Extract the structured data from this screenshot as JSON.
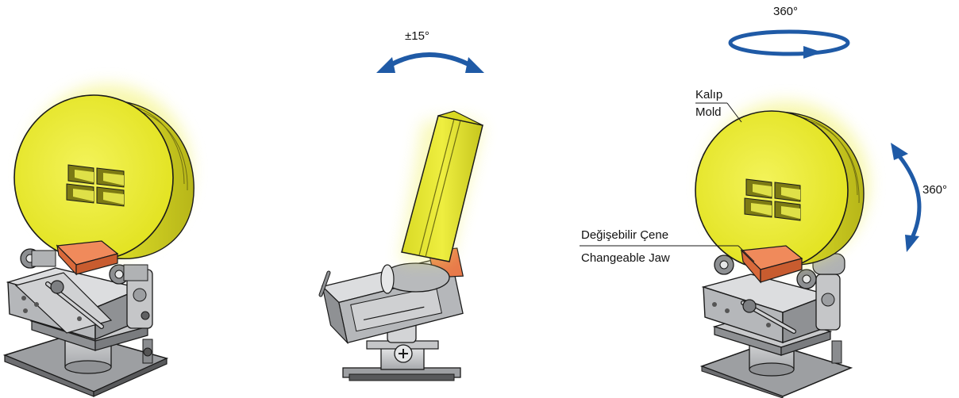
{
  "annotations": {
    "tilt": "±15°",
    "rotate_top": "360°",
    "rotate_side": "360°",
    "mold_tr": "Kalıp",
    "mold_en": "Mold",
    "jaw_tr": "Değişebilir Çene",
    "jaw_en": "Changeable Jaw"
  },
  "colors": {
    "arrow": "#1f5aa6",
    "mold_yellow": "#e9ea2a",
    "mold_shade": "#b9b81a",
    "jaw_orange": "#e8794a",
    "metal_light": "#d7d8da",
    "metal_mid": "#a7a9ac",
    "metal_dark": "#6d6e71",
    "outline": "#1a1a1a"
  },
  "icons": [
    "curved-double-arrow-icon",
    "rotation-ellipse-arrow-icon",
    "vertical-curved-double-arrow-icon"
  ]
}
